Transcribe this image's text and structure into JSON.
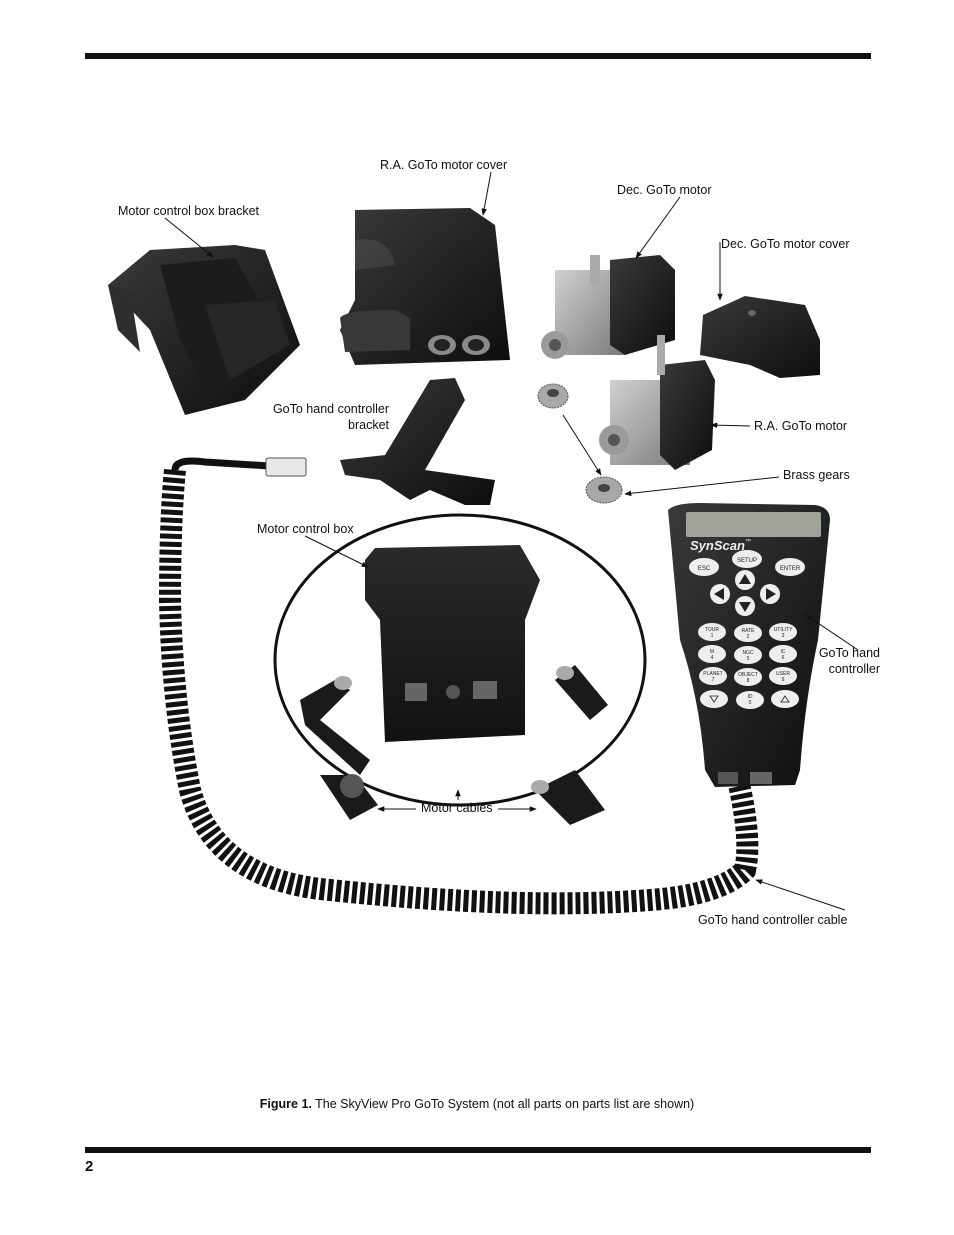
{
  "labels": {
    "ra_cover": "R.A. GoTo motor cover",
    "dec_motor": "Dec. GoTo motor",
    "bracket": "Motor control box bracket",
    "dec_cover": "Dec. GoTo motor cover",
    "hc_bracket_1": "GoTo hand controller",
    "hc_bracket_2": "bracket",
    "ra_motor": "R.A. GoTo motor",
    "gears": "Brass gears",
    "control_box": "Motor control box",
    "hc_1": "GoTo hand",
    "hc_2": "controller",
    "cables": "Motor cables",
    "hc_cable": "GoTo hand controller cable"
  },
  "hand_controller": {
    "brand": "SynScan",
    "tm": "™",
    "keys": {
      "esc": "ESC",
      "setup": "SETUP",
      "enter": "ENTER",
      "tour": "TOUR",
      "rate": "RATE",
      "utility": "UTILITY",
      "m": "M",
      "ngc": "NGC",
      "ic": "IC",
      "planet": "PLANET",
      "object": "OBJECT",
      "user": "USER",
      "id": "ID",
      "n1": "1",
      "n2": "2",
      "n3": "3",
      "n4": "4",
      "n5": "5",
      "n6": "6",
      "n7": "7",
      "n8": "8",
      "n9": "9",
      "n0": "0"
    }
  },
  "caption": {
    "label": "Figure 1.",
    "text": " The SkyView Pro GoTo System (not all parts on parts list are shown)"
  },
  "page_number": "2"
}
